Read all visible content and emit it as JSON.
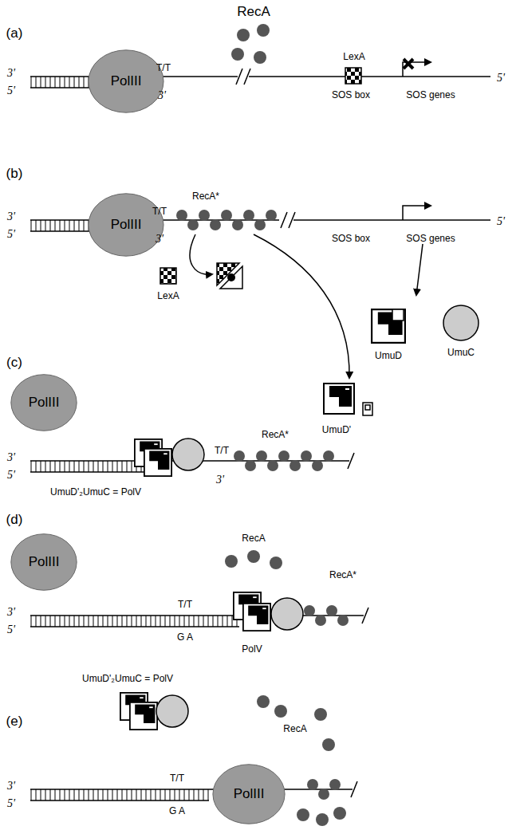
{
  "diagram": {
    "nodes": [
      {
        "text": [
          "PolIII"
        ]
      },
      {
        "text": [
          "PolIII"
        ]
      },
      {
        "text": [
          "PolIII"
        ]
      },
      {
        "text": [
          "PolIII"
        ]
      },
      {
        "text": [
          "PolIII"
        ]
      }
    ],
    "labels": [
      "RecA",
      "(a)",
      "3'",
      "5'",
      "T/T",
      "3'",
      "LexA",
      "SOS box",
      "SOS genes",
      "5'",
      "(b)",
      "3'",
      "5'",
      "T/T",
      "3'",
      "RecA*",
      "SOS box",
      "SOS genes",
      "5'",
      "LexA",
      "UmuD",
      "UmuC",
      "UmuD'",
      "(c)",
      "3'",
      "5'",
      "T/T",
      "3'",
      "RecA*",
      "UmuD'₂UmuC = PolV",
      "(d)",
      "RecA",
      "RecA*",
      "3'",
      "5'",
      "T/T",
      "G A",
      "PolV",
      "UmuD'₂UmuC = PolV",
      "RecA",
      "(e)",
      "3'",
      "5'",
      "T/T",
      "G A"
    ]
  }
}
